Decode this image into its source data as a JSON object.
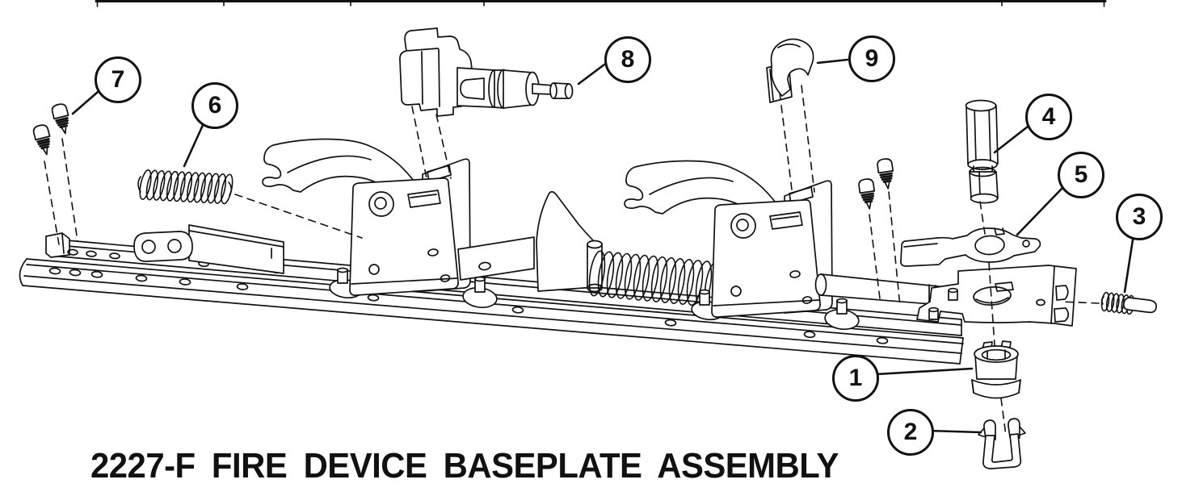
{
  "diagram": {
    "title": "2227-F FIRE DEVICE BASEPLATE ASSEMBLY",
    "callouts": [
      {
        "number": "1"
      },
      {
        "number": "2"
      },
      {
        "number": "3"
      },
      {
        "number": "4"
      },
      {
        "number": "5"
      },
      {
        "number": "6"
      },
      {
        "number": "7"
      },
      {
        "number": "8"
      },
      {
        "number": "9"
      }
    ],
    "colors": {
      "line": "#111111",
      "background": "#ffffff"
    }
  }
}
